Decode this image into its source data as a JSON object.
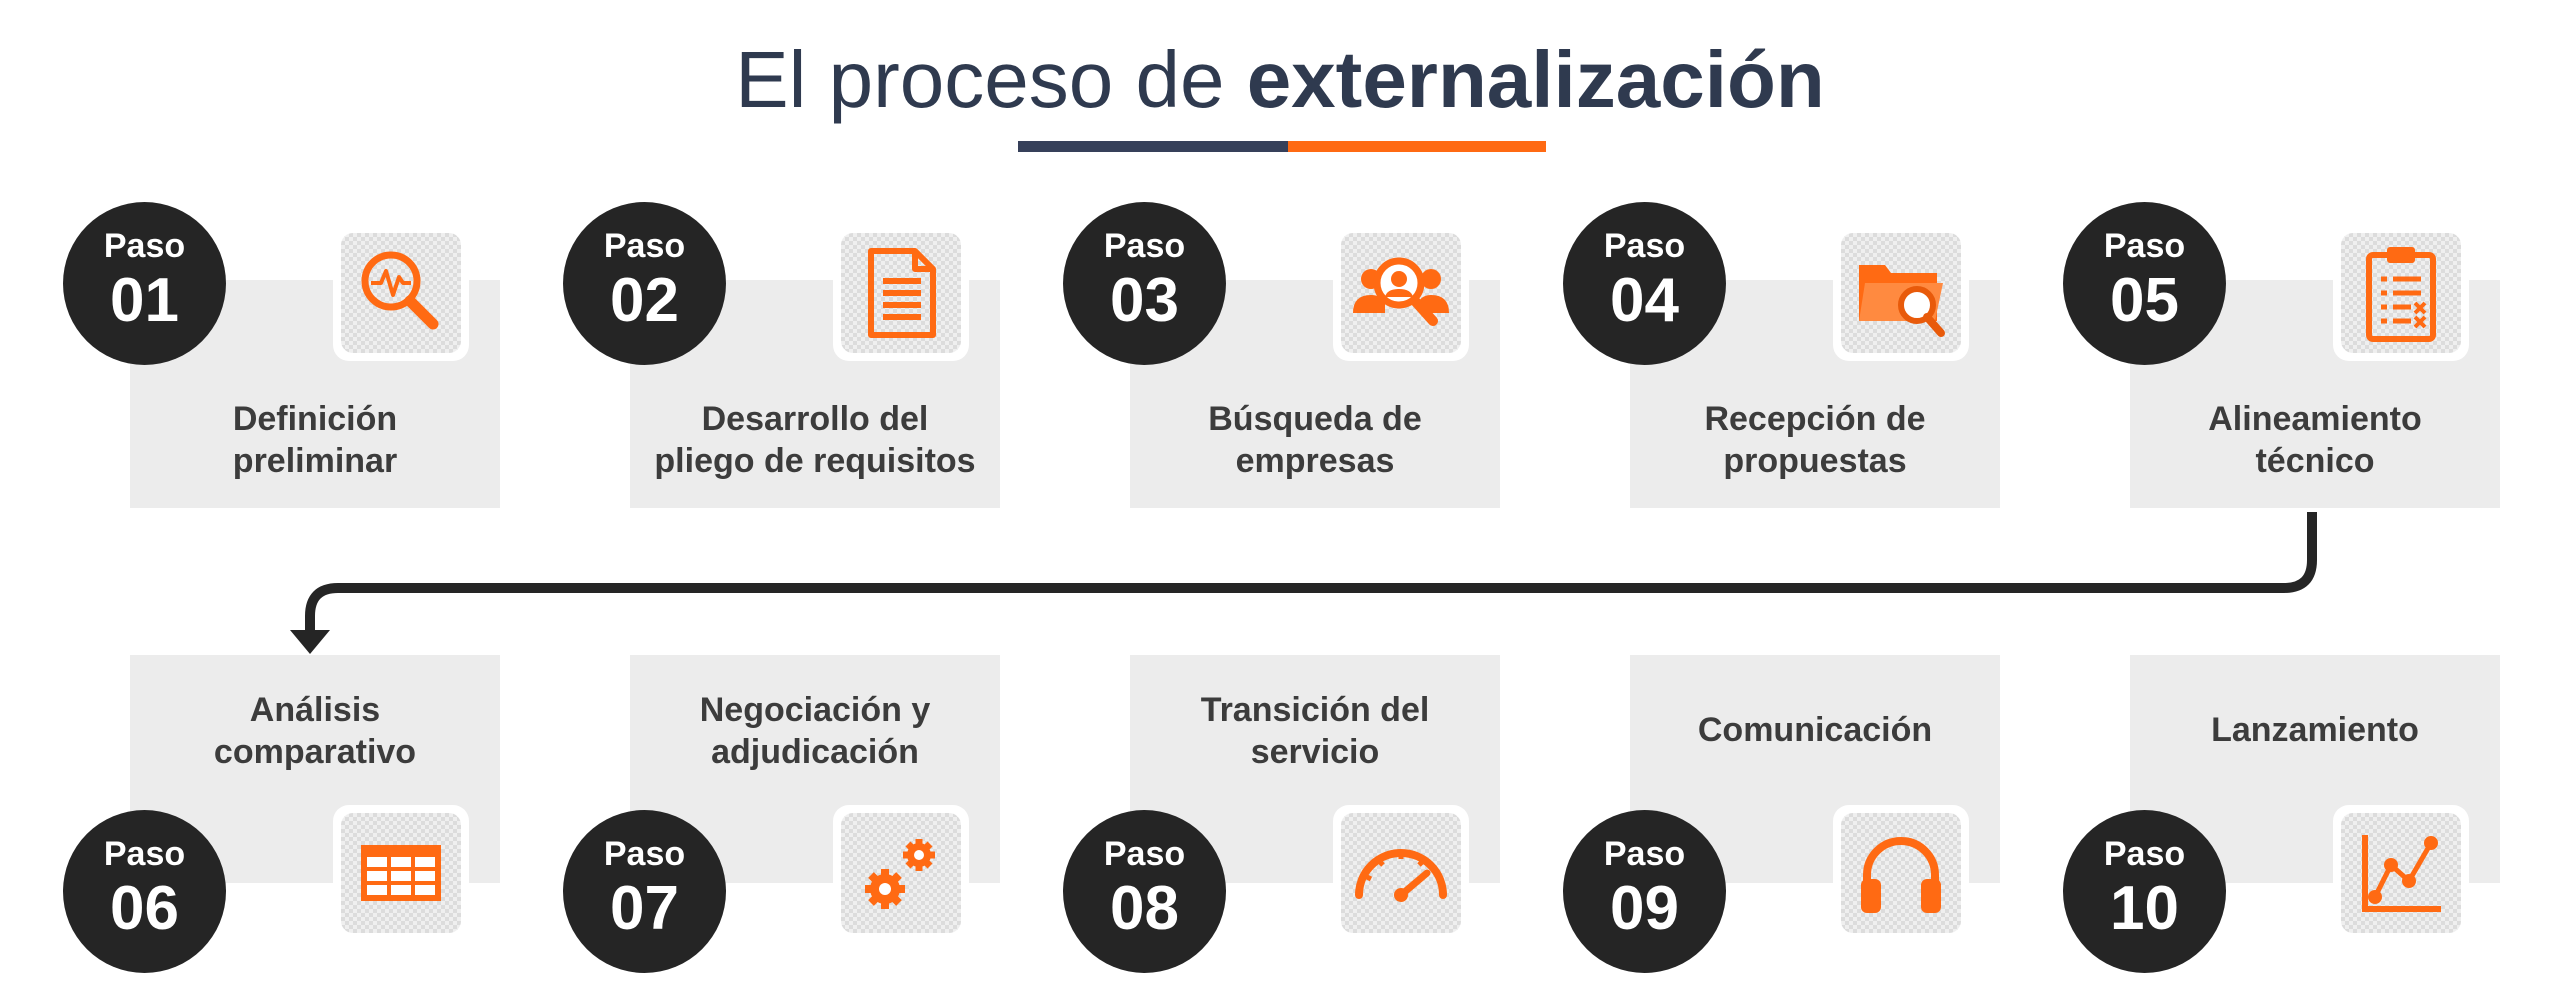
{
  "title": {
    "light": "El proceso de ",
    "bold": "externalización"
  },
  "colors": {
    "accent": "#ff6a13",
    "dark": "#252525",
    "title": "#2f3a4f",
    "card": "#ececec"
  },
  "steps": [
    {
      "word": "Paso",
      "number": "01",
      "label": "Definición\npreliminar",
      "icon": "analysis-magnifier-icon"
    },
    {
      "word": "Paso",
      "number": "02",
      "label": "Desarrollo del\npliego de requisitos",
      "icon": "document-icon"
    },
    {
      "word": "Paso",
      "number": "03",
      "label": "Búsqueda de\nempresas",
      "icon": "people-search-icon"
    },
    {
      "word": "Paso",
      "number": "04",
      "label": "Recepción de\npropuestas",
      "icon": "folder-search-icon"
    },
    {
      "word": "Paso",
      "number": "05",
      "label": "Alineamiento\ntécnico",
      "icon": "clipboard-checklist-icon"
    },
    {
      "word": "Paso",
      "number": "06",
      "label": "Análisis\ncomparativo",
      "icon": "table-grid-icon"
    },
    {
      "word": "Paso",
      "number": "07",
      "label": "Negociación y\nadjudicación",
      "icon": "gears-icon"
    },
    {
      "word": "Paso",
      "number": "08",
      "label": "Transición del\nservicio",
      "icon": "speedometer-icon"
    },
    {
      "word": "Paso",
      "number": "09",
      "label": "Comunicación",
      "icon": "headphones-icon"
    },
    {
      "word": "Paso",
      "number": "10",
      "label": "Lanzamiento",
      "icon": "line-chart-icon"
    }
  ]
}
